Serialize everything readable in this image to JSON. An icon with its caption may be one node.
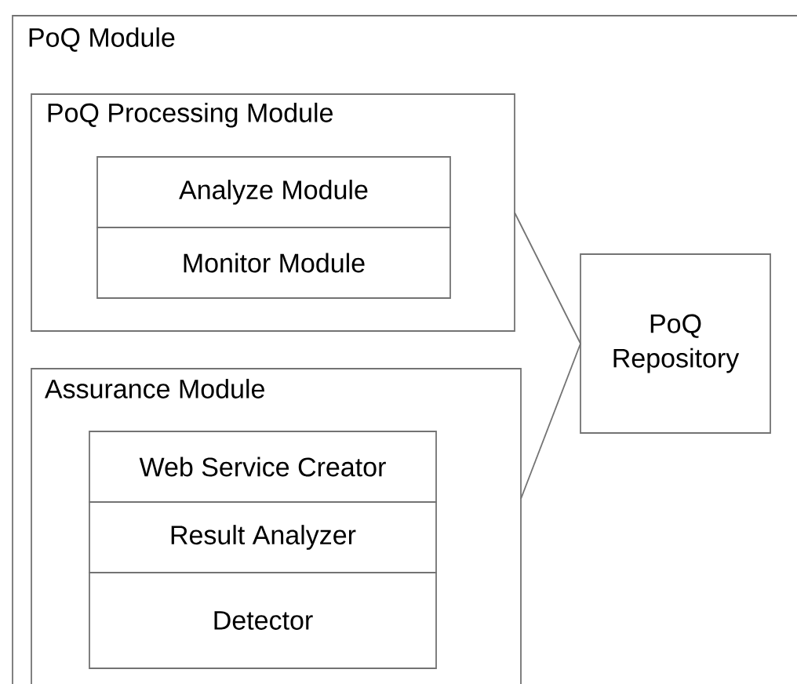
{
  "diagram": {
    "nodes": [
      {
        "text": [
          "PoQ Module"
        ]
      },
      {
        "text": [
          "PoQ Processing Module"
        ],
        "in": 0
      },
      {
        "text": [
          "Analyze Module"
        ],
        "in": 1
      },
      {
        "text": [
          "Monitor Module"
        ],
        "in": 1
      },
      {
        "text": [
          "Assurance Module"
        ],
        "in": 0
      },
      {
        "text": [
          "Web Service Creator"
        ],
        "in": 4
      },
      {
        "text": [
          "Result Analyzer"
        ],
        "in": 4
      },
      {
        "text": [
          "Detector"
        ],
        "in": 4
      },
      {
        "text": [
          "PoQ Repository"
        ],
        "in": 0
      }
    ],
    "edges": [
      {
        "from": 1,
        "to": 8,
        "arrow": "none"
      },
      {
        "from": 4,
        "to": 8,
        "arrow": "none"
      }
    ]
  }
}
